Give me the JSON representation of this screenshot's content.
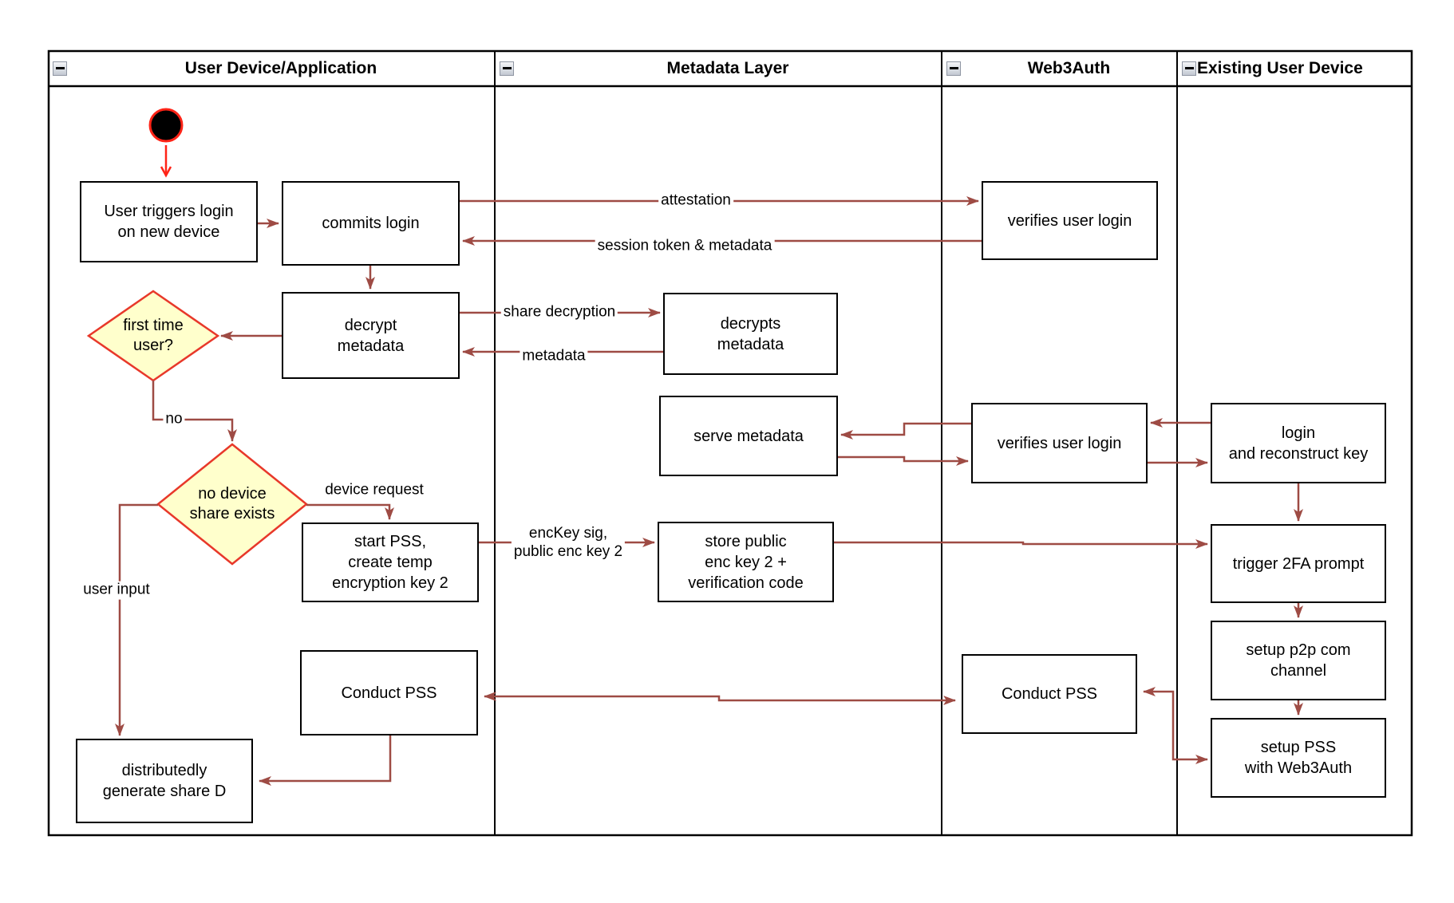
{
  "lanes": [
    {
      "id": "lane-user-device",
      "title": "User Device/Application"
    },
    {
      "id": "lane-metadata-layer",
      "title": "Metadata Layer"
    },
    {
      "id": "lane-web3auth",
      "title": "Web3Auth"
    },
    {
      "id": "lane-existing-user-device",
      "title": "Existing User Device"
    }
  ],
  "nodes": [
    {
      "id": "user-triggers-login",
      "label": "User triggers login\non new device"
    },
    {
      "id": "commits-login",
      "label": "commits login"
    },
    {
      "id": "decrypt-metadata",
      "label": "decrypt\nmetadata"
    },
    {
      "id": "first-time-user",
      "label": "first time\nuser?"
    },
    {
      "id": "no-device-share",
      "label": "no device\nshare exists"
    },
    {
      "id": "start-pss",
      "label": "start PSS,\ncreate temp\nencryption key 2"
    },
    {
      "id": "conduct-pss-left",
      "label": "Conduct PSS"
    },
    {
      "id": "distributedly-generate",
      "label": "distributedly\ngenerate share D"
    },
    {
      "id": "decrypts-metadata",
      "label": "decrypts\nmetadata"
    },
    {
      "id": "serve-metadata",
      "label": "serve metadata"
    },
    {
      "id": "store-public-enc",
      "label": "store public\nenc key 2 +\nverification code"
    },
    {
      "id": "verifies-user-login-top",
      "label": "verifies user login"
    },
    {
      "id": "verifies-user-login-mid",
      "label": "verifies user login"
    },
    {
      "id": "conduct-pss-right",
      "label": "Conduct PSS"
    },
    {
      "id": "login-reconstruct",
      "label": "login\nand reconstruct key"
    },
    {
      "id": "trigger-2fa",
      "label": "trigger 2FA prompt"
    },
    {
      "id": "setup-p2p",
      "label": "setup p2p com\nchannel"
    },
    {
      "id": "setup-pss",
      "label": "setup PSS\nwith Web3Auth"
    }
  ],
  "edge_labels": [
    {
      "id": "attestation",
      "text": "attestation"
    },
    {
      "id": "session-token",
      "text": "session token & metadata"
    },
    {
      "id": "share-decryption",
      "text": "share decryption"
    },
    {
      "id": "metadata",
      "text": "metadata"
    },
    {
      "id": "no",
      "text": "no"
    },
    {
      "id": "device-request",
      "text": "device request"
    },
    {
      "id": "user-input",
      "text": "user input"
    },
    {
      "id": "enckey",
      "text": "encKey sig,\npublic enc key 2"
    }
  ],
  "colors": {
    "arrow": "#9e4b44",
    "start_red": "#ff2417",
    "diamond_border": "#e8382a",
    "diamond_fill": "#ffffcc",
    "node_border": "#000000",
    "node_fill": "#ffffff"
  }
}
